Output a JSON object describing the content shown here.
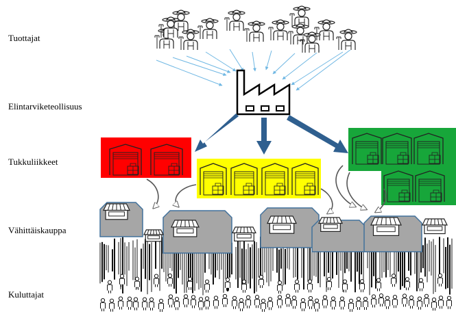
{
  "levels": {
    "producers": "Tuottajat",
    "industry": "Elintarviketeollisuus",
    "wholesale": "Tukkuliikkeet",
    "retail": "Vähittäiskauppa",
    "consumers": "Kuluttajat"
  },
  "colors": {
    "wholesale_red": "#ff0000",
    "wholesale_yellow": "#ffff00",
    "wholesale_green": "#17a63a",
    "arrow_blue": "#2f5f8f",
    "thin_arrow": "#6fb7e3",
    "shop_grey": "#a6a6a6",
    "shop_border": "#41719c"
  },
  "icons": [
    "farmer-icon",
    "factory-icon",
    "warehouse-icon",
    "shop-icon",
    "person-icon"
  ]
}
